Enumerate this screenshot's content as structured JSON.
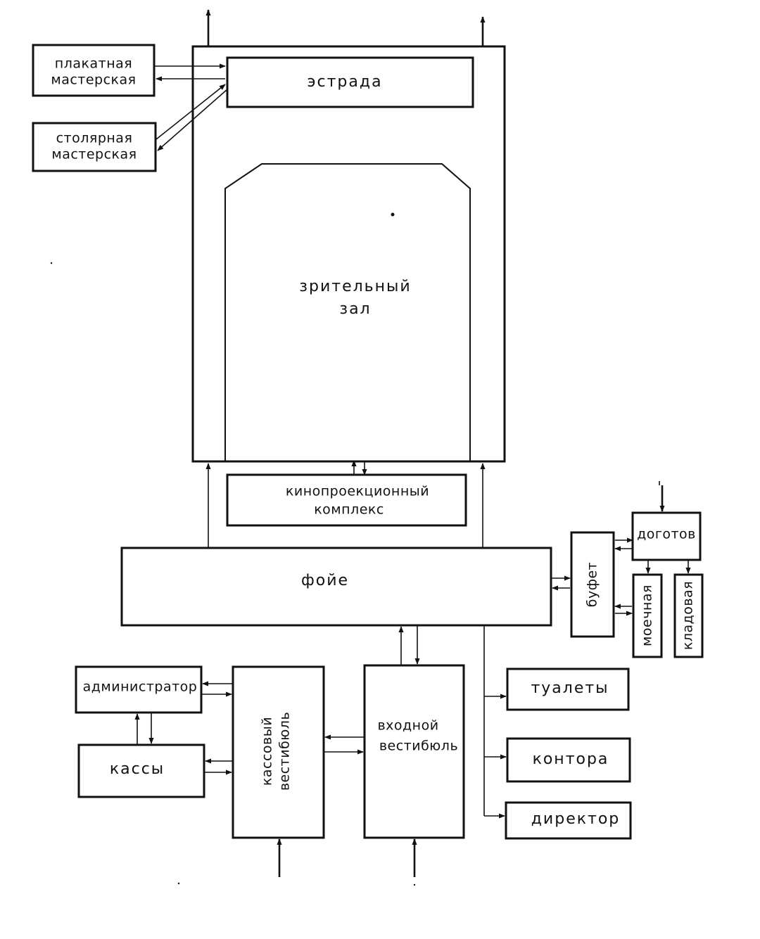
{
  "nodes": {
    "plakatnaya": [
      "плакатная",
      "мастерская"
    ],
    "stolyarnaya": [
      "столярная",
      "мастерская"
    ],
    "estrada": "эстрада",
    "zal": [
      "зрительный",
      "зал"
    ],
    "kino": [
      "кинопроекционный",
      "комплекс"
    ],
    "foye": "фойе",
    "bufet": "буфет",
    "dogotov": "доготов",
    "moechnaya": "моечная",
    "kladovaya": "кладовая",
    "administrator": "администратор",
    "kassy": "кассы",
    "kassovy": [
      "кассовый",
      "вестибюль"
    ],
    "vkhodnoy": [
      "входной",
      "вестибюль"
    ],
    "tualety": "туалеты",
    "kontora": "контора",
    "direktor": "директор"
  }
}
